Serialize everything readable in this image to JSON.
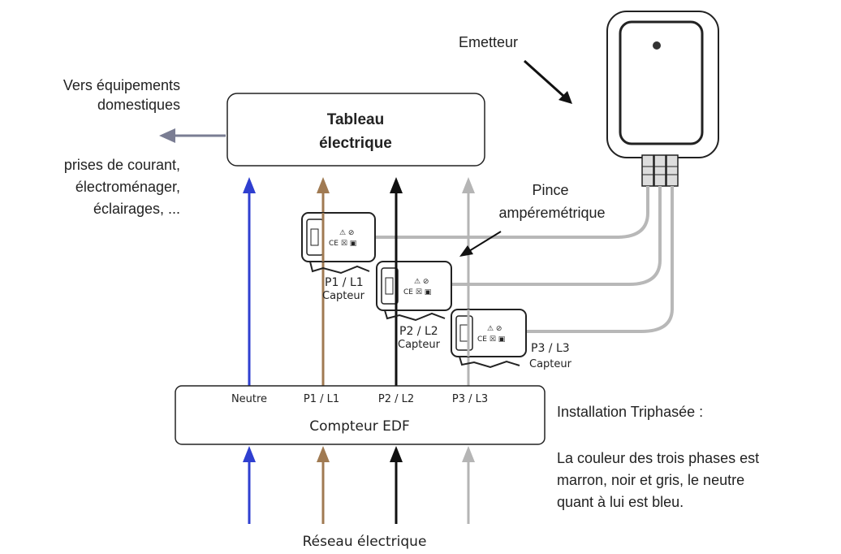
{
  "labels": {
    "emetteur": "Emetteur",
    "vers_line1": "Vers équipements",
    "vers_line2": "domestiques",
    "prises_line1": "prises de courant,",
    "prises_line2": "électroménager,",
    "prises_line3": "éclairages, ...",
    "tableau_line1": "Tableau",
    "tableau_line2": "électrique",
    "pince_line1": "Pince",
    "pince_line2": "ampéremétrique",
    "p1_label": "P1 / L1",
    "p2_label": "P2 / L2",
    "p3_label": "P3 / L3",
    "capteur": "Capteur",
    "neutre": "Neutre",
    "compteur_p1": "P1 / L1",
    "compteur_p2": "P2 / L2",
    "compteur_p3": "P3 / L3",
    "compteur": "Compteur EDF",
    "reseau": "Réseau électrique",
    "install_title": "Installation Triphasée :",
    "desc_line1": "La couleur des trois phases est",
    "desc_line2": "marron, noir et gris, le neutre",
    "desc_line3": "quant à lui est bleu."
  },
  "colors": {
    "neutre": "#2f3fd0",
    "phase1_marron": "#a07a52",
    "phase2_noir": "#111111",
    "phase3_gris": "#b5b5b5",
    "cable": "#b8b8b8",
    "vers_arrow": "#7a7d93"
  }
}
